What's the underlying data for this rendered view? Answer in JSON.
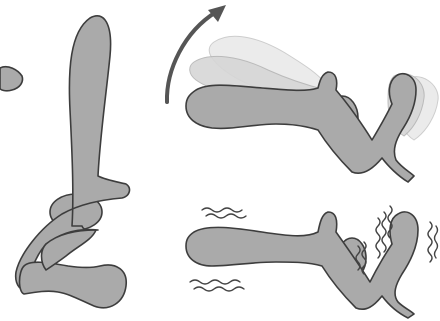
{
  "illustration": {
    "panels": [
      {
        "id": "upright-view"
      },
      {
        "id": "bending-motion-view",
        "indicator": "curved-arrow"
      },
      {
        "id": "vibration-view",
        "indicator": "wavy-lines"
      }
    ],
    "colors": {
      "device_fill": "#aaaaaa",
      "device_outline": "#3d3d3d",
      "ghost_fill": "#d6d6d6",
      "ghost_fill_light": "#e9e9e9",
      "arrow": "#555555",
      "vibration_lines": "#444444",
      "background": "#ffffff"
    }
  }
}
